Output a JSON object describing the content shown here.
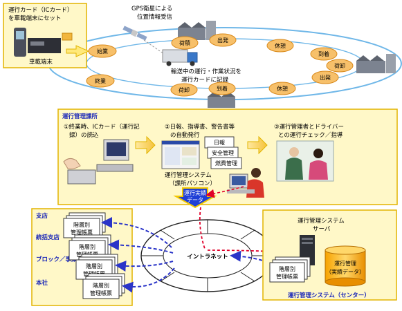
{
  "top": {
    "card_box": {
      "line1": "運行カード（ICカード）",
      "line2": "を車載端末にセット",
      "terminal_label": "車載端末"
    },
    "gps": {
      "line1": "GPS衛星による",
      "line2": "位置情報受信"
    },
    "transport": {
      "line1": "輸送中の運行・作業状況を",
      "line2": "運行カードに記録"
    },
    "ovals": {
      "depart_garage": "始業",
      "loading": "荷積",
      "depart": "出発",
      "rest1": "休憩",
      "arrive1": "到着",
      "unloading_right": "荷卸",
      "depart2": "出発",
      "rest2": "休憩",
      "arrive2": "到着",
      "unloading": "荷卸",
      "end": "終業"
    }
  },
  "office": {
    "title": "運行管理課所",
    "step1": {
      "line1": "①終業時、ICカード（運行記",
      "line2": "録）の読込"
    },
    "step2": {
      "line1": "②日報、指導書、警告書等",
      "line2": "の自動発行"
    },
    "step3": {
      "line1": "③運行管理者とドライバー",
      "line2": "との運行チェック／指導"
    },
    "docs": {
      "daily": "日報",
      "safety": "安全管理",
      "fuel": "燃費管理"
    },
    "system": {
      "line1": "運行管理システム",
      "line2": "（課所パソコン）"
    },
    "data_arrow": {
      "line1": "運行実績",
      "line2": "データ"
    }
  },
  "bottom": {
    "branches": [
      "支店",
      "統括支店",
      "ブロック／事業部",
      "本社"
    ],
    "report": {
      "line1": "階層別",
      "line2": "管理帳票"
    },
    "network": "イントラネット",
    "center": {
      "server_line1": "運行管理システム",
      "server_line2": "サーバ",
      "db_line1": "運行管理",
      "db_line2": "（実績データ）",
      "caption": "運行管理システム（センター）"
    }
  },
  "colors": {
    "orange": "#f7c06a",
    "orange_stroke": "#d98a1c",
    "blue": "#2a34c8",
    "red": "#e0002a",
    "yellow_bg": "#fff8c8",
    "box_yellow": "#ffe97a",
    "box_stroke": "#e2b400"
  }
}
